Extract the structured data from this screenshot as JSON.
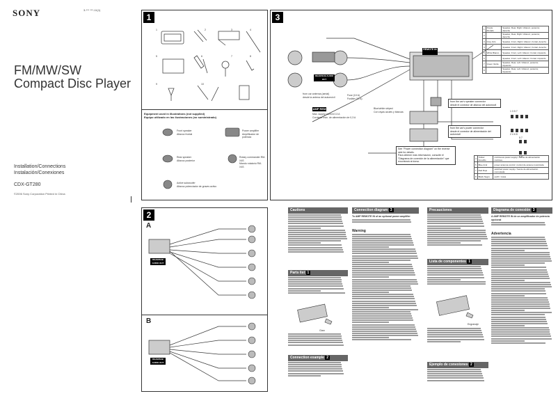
{
  "header": {
    "brand": "SONY",
    "model_code": "3-*** ***-11(1)"
  },
  "cover": {
    "title_line1": "FM/MW/SW",
    "title_line2": "Compact Disc Player",
    "installation_line1": "Installation/Connections",
    "installation_line2": "Instalación/Conexiones",
    "model": "CDX-GT280",
    "copyright": "©2006 Sony Corporation   Printed in China"
  },
  "panel1": {
    "number": "1",
    "equipment_title_en": "Equipment used in illustrations (not supplied)",
    "equipment_title_es": "Equipo utilizado en las ilustraciones (no suministrado)",
    "items": [
      {
        "en": "Front speaker",
        "es": "Altavoz frontal"
      },
      {
        "en": "Power amplifier",
        "es": "Amplificador de potencia"
      },
      {
        "en": "Rear speaker",
        "es": "Altavoz posterior"
      },
      {
        "en": "Rotary commander RM-X4S",
        "es": "Mando rotatorio RM-X4S"
      },
      {
        "en": "Active subwoofer",
        "es": "Altavoz potenciador de graves activo"
      }
    ],
    "parts_numbers": [
      "1",
      "2",
      "3",
      "4",
      "5",
      "6",
      "7",
      "8",
      "9",
      "10"
    ]
  },
  "panel2": {
    "number": "2",
    "label_a": "A",
    "label_b": "B",
    "rear_sub_audio_out": "REAR/SUB AUDIO OUT"
  },
  "panel3": {
    "number": "3",
    "remote_in": "REMOTE IN",
    "rear_sub_audio_out": "REAR/SUB AUDIO OUT",
    "from_antenna_en": "from car antenna (aerial)",
    "from_antenna_es": "desde la antena del automóvil",
    "fuse": "Fuse (10 A)",
    "fusible": "Fusible (10 A)",
    "amp_rem": "AMP REM",
    "amp_rem_note_en": "Max. supply current 0.3 A",
    "amp_rem_note_es": "Corriente máx. de alimentación de 0,3 A",
    "bluewhite_en": "Blue/white striped",
    "bluewhite_es": "Con rayas azules y blancas",
    "from_power_en": "from the car's power connector",
    "from_power_es": "desde el conector de alimentación del automóvil",
    "from_speaker_en": "from the car's speaker connector",
    "from_speaker_es": "desde el conector de altavoz del automóvil",
    "see_note_en": "See \"Power connection diagram\" on the reverse side for details.",
    "see_note_es": "Para obtener más información, consulte el \"Diagrama de conexión de la alimentación\" que encontrará al dorso.",
    "pins_top": "1 3 5 7",
    "pins_bottom": "2 4 6 8",
    "pins_small_top": "5 7",
    "pins_small_bottom": "4 8",
    "speaker_table": [
      {
        "pin": "1",
        "color": "Purple Morado",
        "desc": "Speaker, Rear, Right / Altavoz, posterior, derecho"
      },
      {
        "pin": "2",
        "color": "",
        "desc": "Speaker, Rear, Right / Altavoz, posterior, derecho"
      },
      {
        "pin": "3",
        "color": "Grey Gris",
        "desc": "Speaker, Front, Right / Altavoz, frontal, derecho"
      },
      {
        "pin": "4",
        "color": "",
        "desc": "Speaker, Front, Right / Altavoz, frontal, derecho"
      },
      {
        "pin": "5",
        "color": "White Blanco",
        "desc": "Speaker, Front, Left / Altavoz, frontal, izquierdo"
      },
      {
        "pin": "6",
        "color": "",
        "desc": "Speaker, Front, Left / Altavoz, frontal, izquierdo"
      },
      {
        "pin": "7",
        "color": "Green Verde",
        "desc": "Speaker, Rear, Left / Altavoz, posterior, izquierdo"
      },
      {
        "pin": "8",
        "color": "",
        "desc": "Speaker, Rear, Left / Altavoz, posterior, izquierdo"
      }
    ],
    "power_table": [
      {
        "pin": "4",
        "color": "Yellow Amarillo",
        "desc": "continuous power supply / fuente de alimentación continua"
      },
      {
        "pin": "5",
        "color": "Blue Azul",
        "desc": "power antenna control / control de antena motorizada"
      },
      {
        "pin": "7",
        "color": "Red Rojo",
        "desc": "switched power supply / fuente de alimentación conmutada"
      },
      {
        "pin": "8",
        "color": "Black Negro",
        "desc": "earth / masa"
      }
    ]
  },
  "back": {
    "cautions_en": "Cautions",
    "connection_diagram_en": "Connection diagram",
    "connection_diagram_num": "3",
    "to_amp_remote": "To AMP REMOTE IN of an optional power amplifier",
    "warning": "Warning",
    "parts_list_en": "Parts list",
    "parts_list_num": "1",
    "connection_example_en": "Connection example",
    "connection_example_num": "2",
    "precauciones": "Precauciones",
    "diagrama_conexion": "Diagrama de conexión",
    "diagrama_conexion_num": "3",
    "a_amp_remote_es": "A AMP REMOTE IN de un amplificador de potencia opcional",
    "advertencia": "Advertencia",
    "lista_componentes": "Lista de componentes",
    "lista_componentes_num": "1",
    "ejemplo_conexiones": "Ejemplo de conexiones",
    "ejemplo_conexiones_num": "2",
    "claw": "Claw",
    "engranaje": "Engranaje"
  },
  "colors": {
    "section_header": "#666666",
    "panel_border": "#333333",
    "number_box": "#000000"
  }
}
